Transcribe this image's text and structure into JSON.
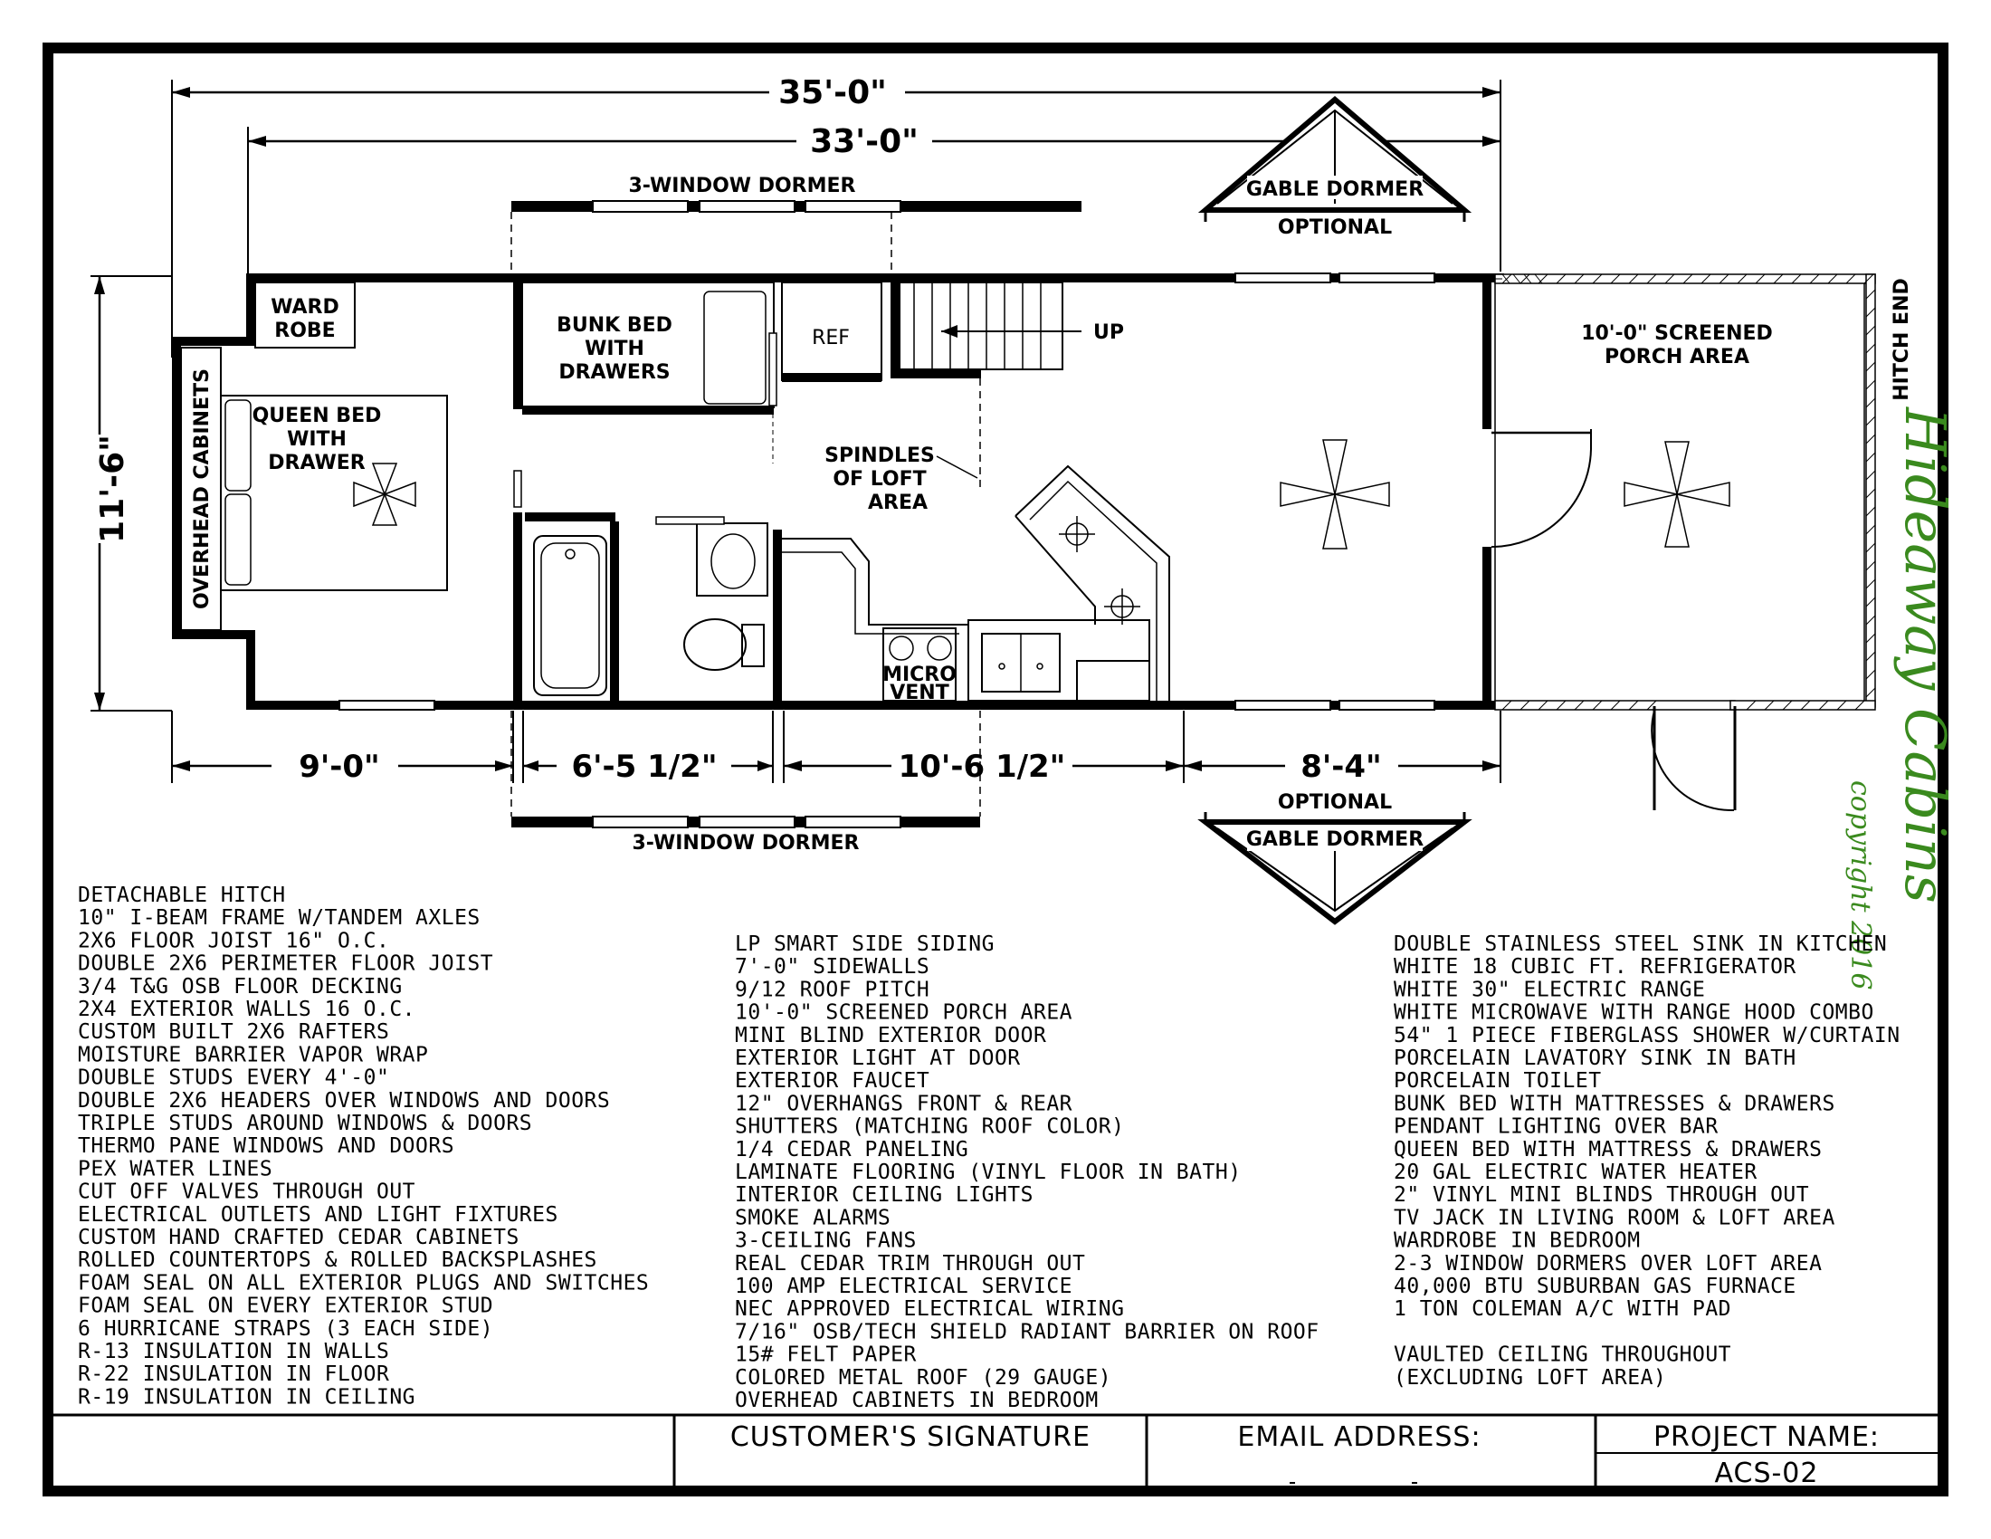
{
  "dimensions": {
    "overall_length": "35'-0\"",
    "box_length": "33'-0\"",
    "width": "11'-6\"",
    "seg_bedroom": "9'-0\"",
    "seg_bath": "6'-5  1/2\"",
    "seg_kitchen": "10'-6  1/2\"",
    "seg_living": "8'-4\""
  },
  "labels": {
    "dormer_top": "3-WINDOW  DORMER",
    "dormer_bottom": "3-WINDOW  DORMER",
    "gable_top": "GABLE  DORMER",
    "gable_bottom": "GABLE  DORMER",
    "optional_top": "OPTIONAL",
    "optional_bottom": "OPTIONAL",
    "wardrobe_1": "WARD",
    "wardrobe_2": "ROBE",
    "overhead_cabinets": "OVERHEAD  CABINETS",
    "queen_bed_1": "QUEEN  BED",
    "queen_bed_2": "WITH",
    "queen_bed_3": "DRAWER",
    "bunk_bed_1": "BUNK  BED",
    "bunk_bed_2": "WITH",
    "bunk_bed_3": "DRAWERS",
    "ref": "REF",
    "up": "UP",
    "spindles_1": "SPINDLES",
    "spindles_2": "OF  LOFT",
    "spindles_3": "AREA",
    "micro_1": "MICRO",
    "micro_2": "VENT",
    "porch_1": "10'-0\"  SCREENED",
    "porch_2": "PORCH  AREA",
    "hitch_end": "HITCH END"
  },
  "brand": {
    "name": "Hideaway Cabins",
    "copyright": "copyright 2016",
    "color": "#3a8a1e"
  },
  "specs_left": [
    "DETACHABLE HITCH",
    "10\" I-BEAM FRAME W/TANDEM AXLES",
    "2X6 FLOOR JOIST 16\" O.C.",
    "DOUBLE 2X6 PERIMETER FLOOR JOIST",
    "3/4 T&G OSB FLOOR DECKING",
    "2X4 EXTERIOR WALLS 16 O.C.",
    "CUSTOM BUILT 2X6 RAFTERS",
    "MOISTURE BARRIER VAPOR WRAP",
    "DOUBLE STUDS EVERY 4'-0\"",
    "DOUBLE 2X6 HEADERS OVER WINDOWS AND DOORS",
    "TRIPLE STUDS AROUND WINDOWS & DOORS",
    "THERMO PANE WINDOWS AND DOORS",
    "PEX WATER LINES",
    "CUT OFF VALVES THROUGH OUT",
    "ELECTRICAL OUTLETS AND LIGHT FIXTURES",
    "CUSTOM HAND CRAFTED CEDAR CABINETS",
    "ROLLED COUNTERTOPS & ROLLED BACKSPLASHES",
    "FOAM SEAL ON ALL EXTERIOR PLUGS AND SWITCHES",
    "FOAM SEAL ON EVERY EXTERIOR STUD",
    "6 HURRICANE STRAPS (3 EACH SIDE)",
    "R-13 INSULATION IN WALLS",
    "R-22 INSULATION IN FLOOR",
    "R-19 INSULATION IN CEILING"
  ],
  "specs_middle": [
    "LP SMART SIDE SIDING",
    "7'-0\" SIDEWALLS",
    "9/12 ROOF PITCH",
    "10'-0\" SCREENED PORCH AREA",
    "MINI BLIND EXTERIOR DOOR",
    "EXTERIOR LIGHT AT DOOR",
    "EXTERIOR FAUCET",
    "12\" OVERHANGS FRONT & REAR",
    "SHUTTERS (MATCHING ROOF COLOR)",
    "1/4 CEDAR PANELING",
    "LAMINATE FLOORING (VINYL FLOOR IN BATH)",
    "INTERIOR CEILING LIGHTS",
    "SMOKE ALARMS",
    "3-CEILING FANS",
    "REAL CEDAR TRIM THROUGH OUT",
    "100 AMP ELECTRICAL SERVICE",
    "NEC APPROVED ELECTRICAL WIRING",
    "7/16\" OSB/TECH SHIELD RADIANT BARRIER ON ROOF",
    "15# FELT PAPER",
    "COLORED METAL ROOF (29 GAUGE)",
    "OVERHEAD CABINETS IN BEDROOM"
  ],
  "specs_right": [
    "DOUBLE STAINLESS STEEL SINK IN KITCHEN",
    "WHITE 18 CUBIC FT. REFRIGERATOR",
    "WHITE 30\" ELECTRIC RANGE",
    "WHITE MICROWAVE WITH RANGE HOOD COMBO",
    "54\" 1 PIECE FIBERGLASS SHOWER W/CURTAIN",
    "PORCELAIN LAVATORY SINK IN BATH",
    "PORCELAIN TOILET",
    "BUNK BED WITH MATTRESSES & DRAWERS",
    "PENDANT LIGHTING OVER BAR",
    "QUEEN BED WITH MATTRESS & DRAWERS",
    "20 GAL ELECTRIC WATER HEATER",
    "2\" VINYL MINI BLINDS THROUGH OUT",
    "TV JACK IN LIVING ROOM & LOFT AREA",
    "WARDROBE IN BEDROOM",
    "2-3 WINDOW DORMERS OVER LOFT AREA",
    "40,000 BTU SUBURBAN GAS FURNACE",
    "1 TON COLEMAN A/C WITH PAD",
    "",
    "VAULTED CEILING THROUGHOUT",
    "(EXCLUDING LOFT AREA)"
  ],
  "title_block": {
    "customer_signature": "CUSTOMER'S SIGNATURE",
    "email_address": "EMAIL ADDRESS:",
    "project_name_label": "PROJECT NAME:",
    "project_name_value": "ACS-02"
  }
}
